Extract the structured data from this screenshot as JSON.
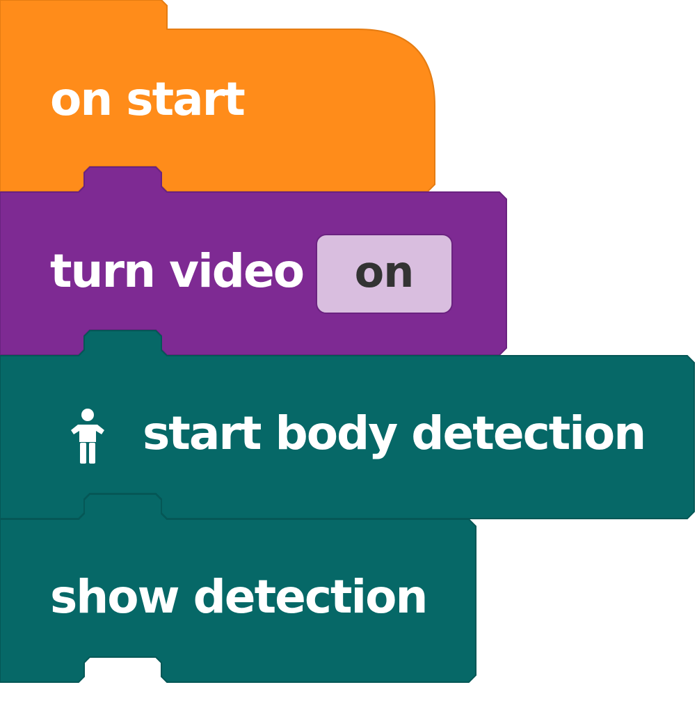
{
  "colors": {
    "events": "#FF8C1A",
    "events_edge": "#E57C12",
    "video": "#7E2A93",
    "video_edge": "#6A2280",
    "detection": "#066867",
    "detection_edge": "#055756",
    "dropdown_bg": "#D9BEDF",
    "dropdown_text": "#333333",
    "label_text": "#FFFFFF"
  },
  "blocks": {
    "on_start": {
      "label": "on start"
    },
    "turn_video": {
      "label": "turn video",
      "dropdown": {
        "selected": "on"
      }
    },
    "start_body_detection": {
      "icon": "person-icon",
      "label": "start body detection"
    },
    "show_detection": {
      "label": "show detection"
    }
  }
}
